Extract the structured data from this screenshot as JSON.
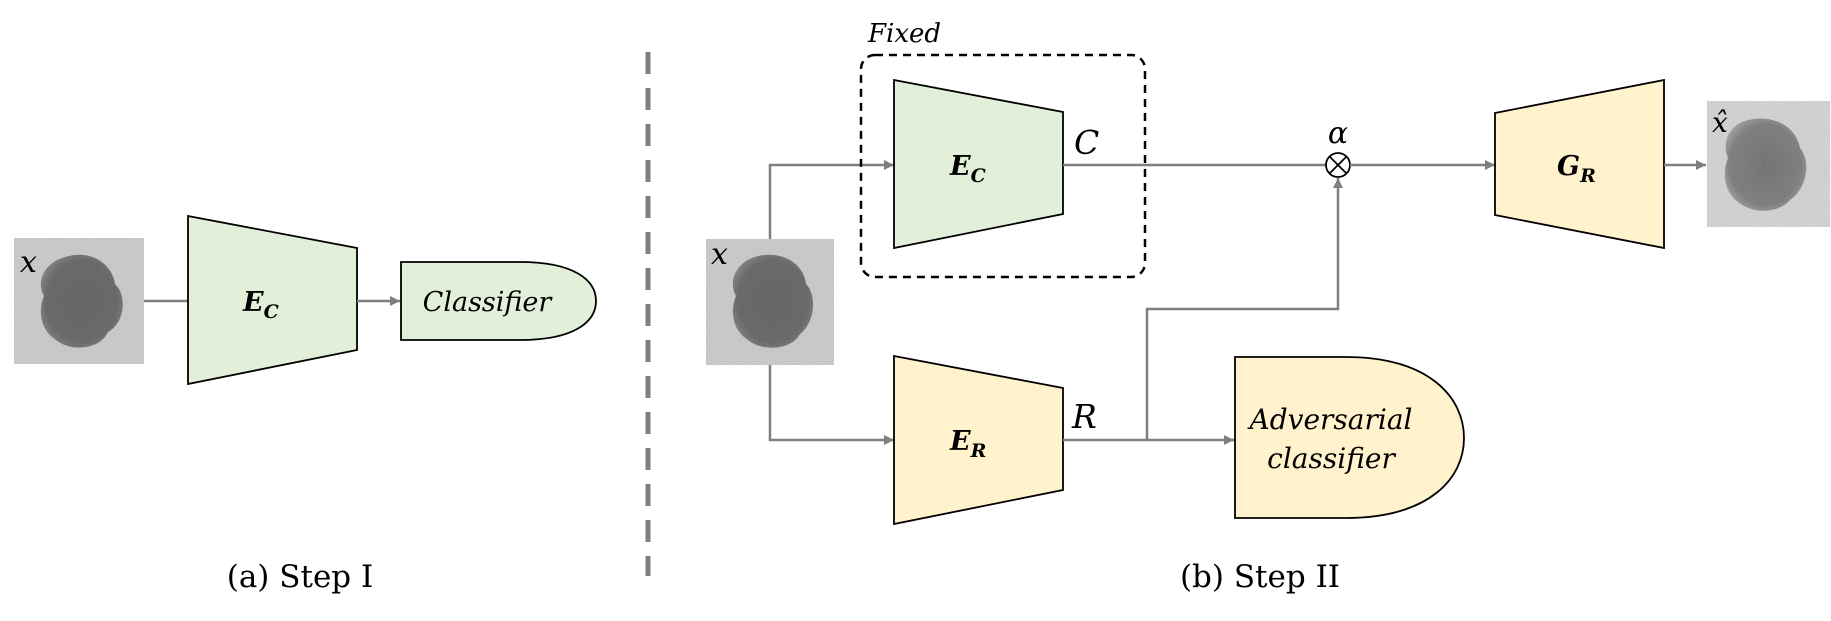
{
  "colors": {
    "green_fill": "#e2efd9",
    "yellow_fill": "#fff2cc",
    "arrow": "#7f7f7f",
    "divider": "#7f7f7f",
    "stroke": "#000000"
  },
  "step1": {
    "input_label": "x",
    "encoder_label": "E",
    "encoder_sub": "C",
    "classifier_label": "Classifier",
    "caption": "(a) Step I"
  },
  "step2": {
    "input_label": "x",
    "fixed_label": "Fixed",
    "content_encoder_label": "E",
    "content_encoder_sub": "C",
    "content_output_label": "C",
    "residual_encoder_label": "E",
    "residual_encoder_sub": "R",
    "residual_output_label": "R",
    "alpha_label": "α",
    "multiply_symbol": "⊗",
    "generator_label": "G",
    "generator_sub": "R",
    "adversarial_line1": "Adversarial",
    "adversarial_line2": "classifier",
    "output_label": "x̂",
    "caption": "(b) Step II"
  },
  "icons": {
    "input_image": "nodule-ct-patch",
    "output_image": "reconstructed-nodule-patch"
  }
}
